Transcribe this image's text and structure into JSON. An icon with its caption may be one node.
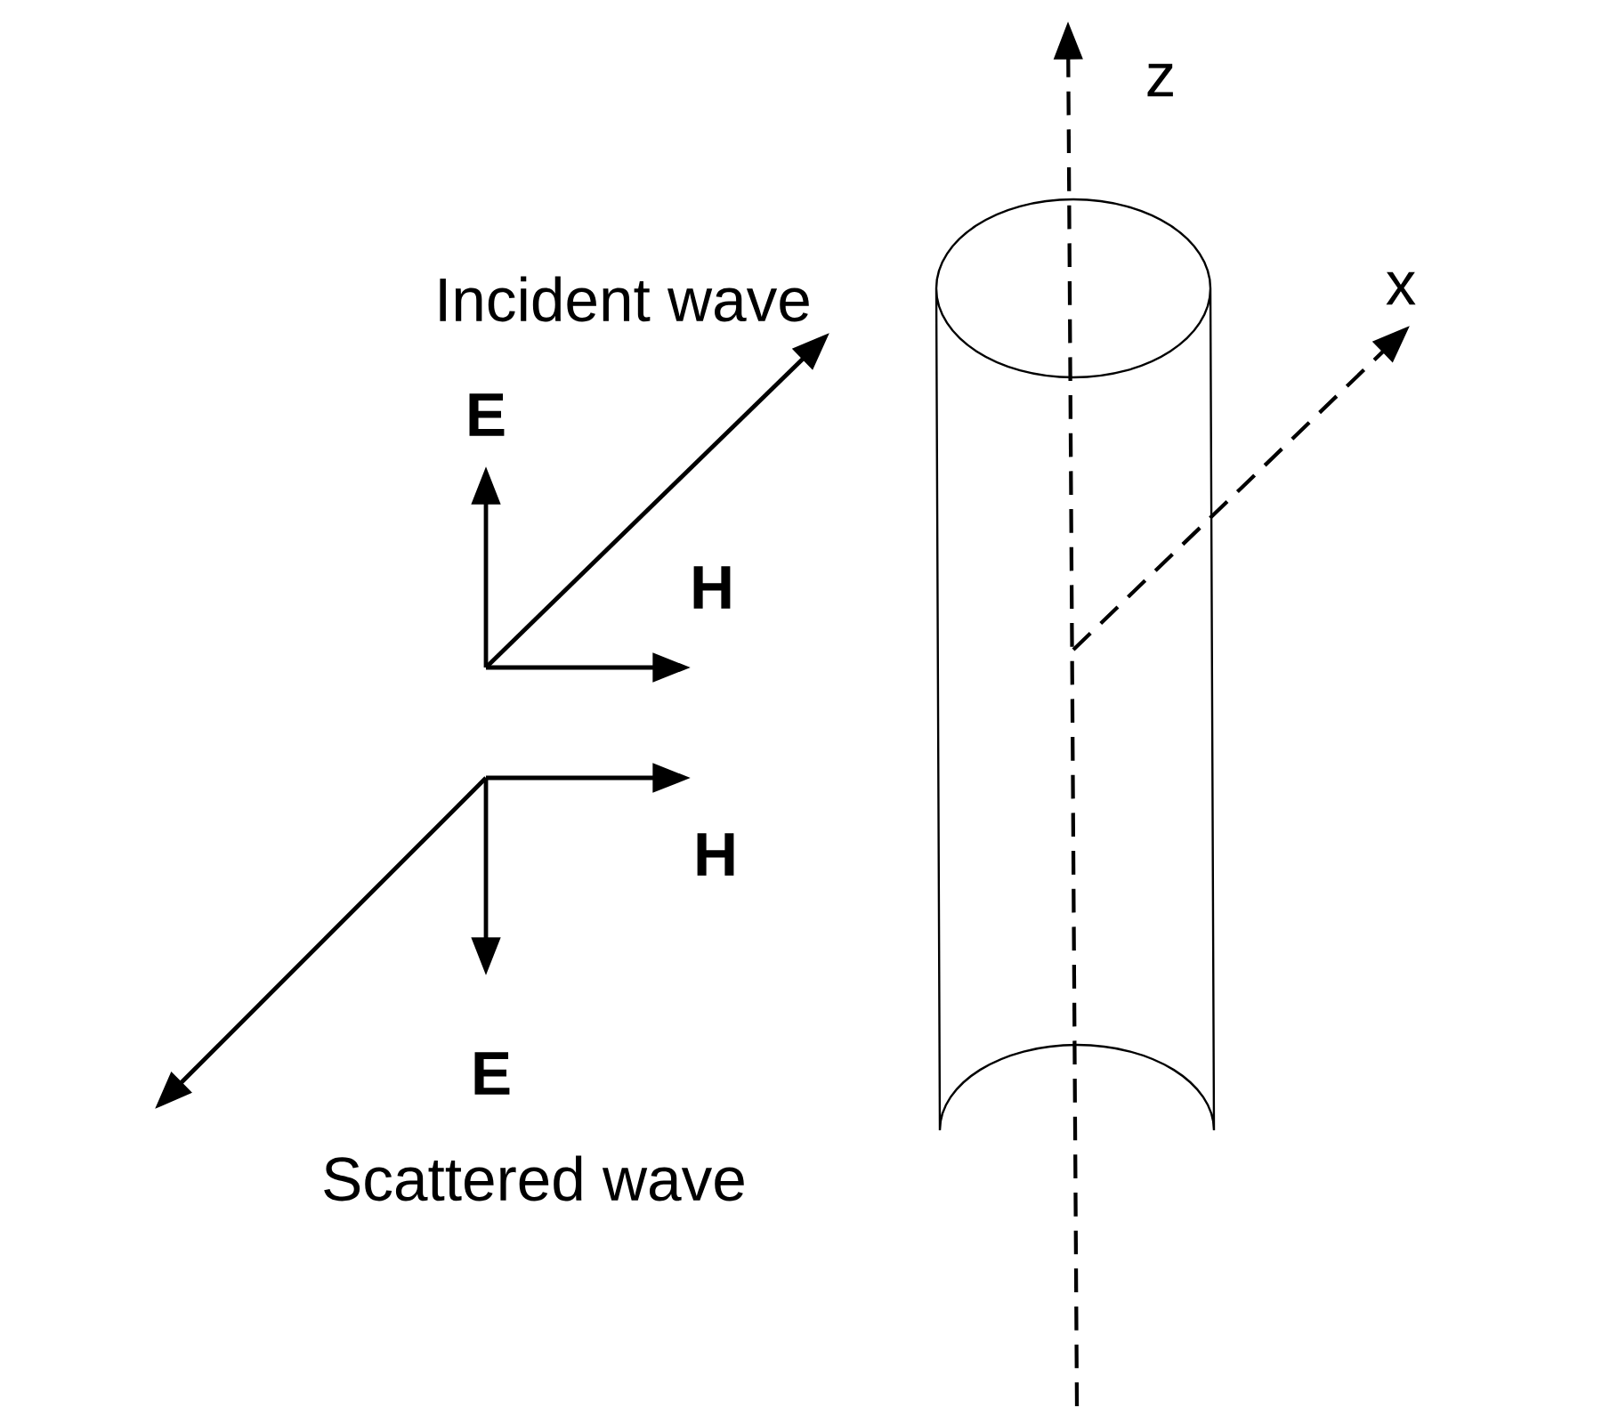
{
  "diagram": {
    "labels": [
      "z",
      "Incident wave",
      "x",
      "E",
      "H",
      "H",
      "E",
      "Scattered wave"
    ]
  }
}
